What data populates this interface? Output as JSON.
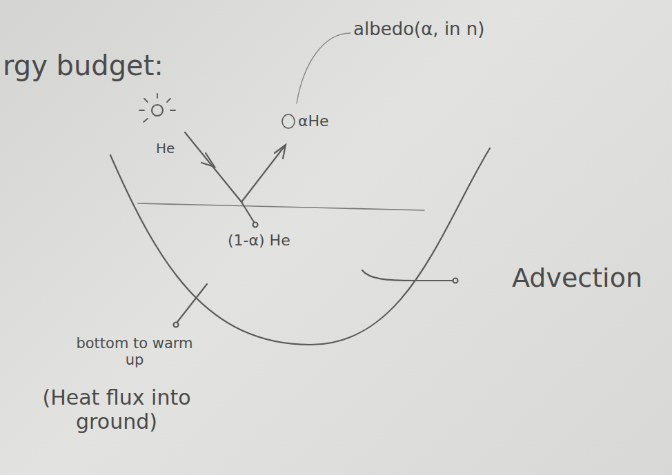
{
  "diagram": {
    "title": "rgy budget:",
    "labels": [
      "albedo(α, in n)",
      "He",
      "αHe",
      "(1-α) He",
      "Advection",
      "bottom to warm up",
      "(Heat flux into ground)"
    ]
  }
}
